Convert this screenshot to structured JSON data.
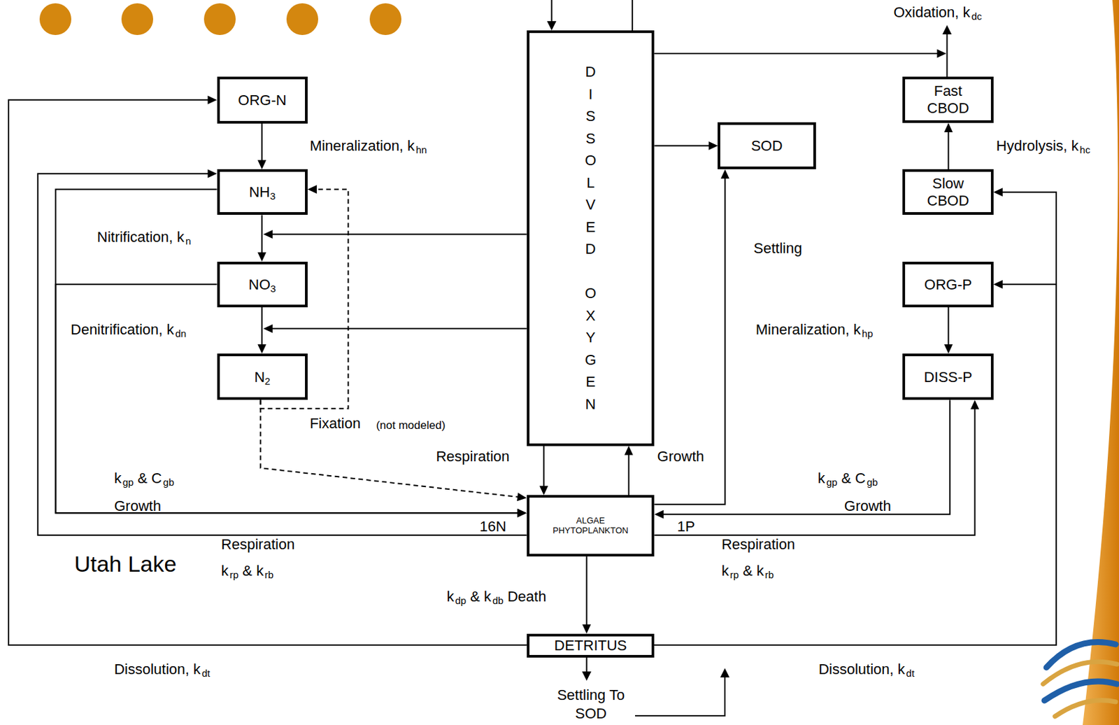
{
  "diagram": {
    "nodes": [
      {
        "text": [
          "ORG-N"
        ]
      },
      {
        "text": [
          "NH3"
        ]
      },
      {
        "text": [
          "NO3"
        ]
      },
      {
        "text": [
          "N2"
        ]
      },
      {
        "text": [
          "DISSOLVED OXYGEN"
        ]
      },
      {
        "text": [
          "SOD"
        ]
      },
      {
        "text": [
          "Fast CBOD"
        ]
      },
      {
        "text": [
          "Slow CBOD"
        ]
      },
      {
        "text": [
          "ORG-P"
        ]
      },
      {
        "text": [
          "DISS-P"
        ]
      },
      {
        "text": [
          "ALGAE PHYTOPLANKTON"
        ]
      },
      {
        "text": [
          "DETRITUS"
        ]
      }
    ],
    "edges": [
      {
        "from": 0,
        "to": 1,
        "arrow": "to"
      },
      {
        "from": 1,
        "to": 2,
        "arrow": "to"
      },
      {
        "from": 2,
        "to": 3,
        "arrow": "to"
      },
      {
        "from": 4,
        "to": 2,
        "arrow": "to"
      },
      {
        "from": 4,
        "to": 3,
        "arrow": "to"
      },
      {
        "from": 3,
        "to": 1,
        "arrow": "to"
      },
      {
        "from": 3,
        "to": 10,
        "arrow": "to"
      },
      {
        "from": 1,
        "to": 10,
        "arrow": "to"
      },
      {
        "from": 2,
        "to": 10,
        "arrow": "to"
      },
      {
        "from": 10,
        "to": 1,
        "arrow": "to"
      },
      {
        "from": 9,
        "to": 10,
        "arrow": "to"
      },
      {
        "from": 10,
        "to": 9,
        "arrow": "to"
      },
      {
        "from": 8,
        "to": 9,
        "arrow": "to"
      },
      {
        "from": 7,
        "to": 6,
        "arrow": "to"
      },
      {
        "from": 4,
        "to": 6,
        "arrow": "to"
      },
      {
        "from": 4,
        "to": 5,
        "arrow": "to"
      },
      {
        "from": 10,
        "to": 5,
        "arrow": "to"
      },
      {
        "from": 4,
        "to": 10,
        "arrow": "to"
      },
      {
        "from": 10,
        "to": 4,
        "arrow": "to"
      },
      {
        "from": 10,
        "to": 11,
        "arrow": "to"
      },
      {
        "from": 11,
        "to": 0,
        "arrow": "to"
      },
      {
        "from": 11,
        "to": 7,
        "arrow": "to"
      },
      {
        "from": 11,
        "to": 8,
        "arrow": "to"
      }
    ],
    "labels": [
      "Mineralization, k hn",
      "Nitrification, k n",
      "Denitrification, k dn",
      "Fixation",
      "(not modeled)",
      "Respiration",
      "Growth",
      "Oxidation, k dc",
      "Hydrolysis, k hc",
      "Settling",
      "Mineralization, k hp",
      "k gp & C gb",
      "Growth",
      "16N",
      "1P",
      "k gp & C gb",
      "Growth",
      "Respiration",
      "k rp & k rb",
      "Respiration",
      "k rp & k rb",
      "Utah Lake",
      "k dp & k db Death",
      "Dissolution, k dt",
      "Dissolution, k dt",
      "Settling To SOD"
    ]
  }
}
